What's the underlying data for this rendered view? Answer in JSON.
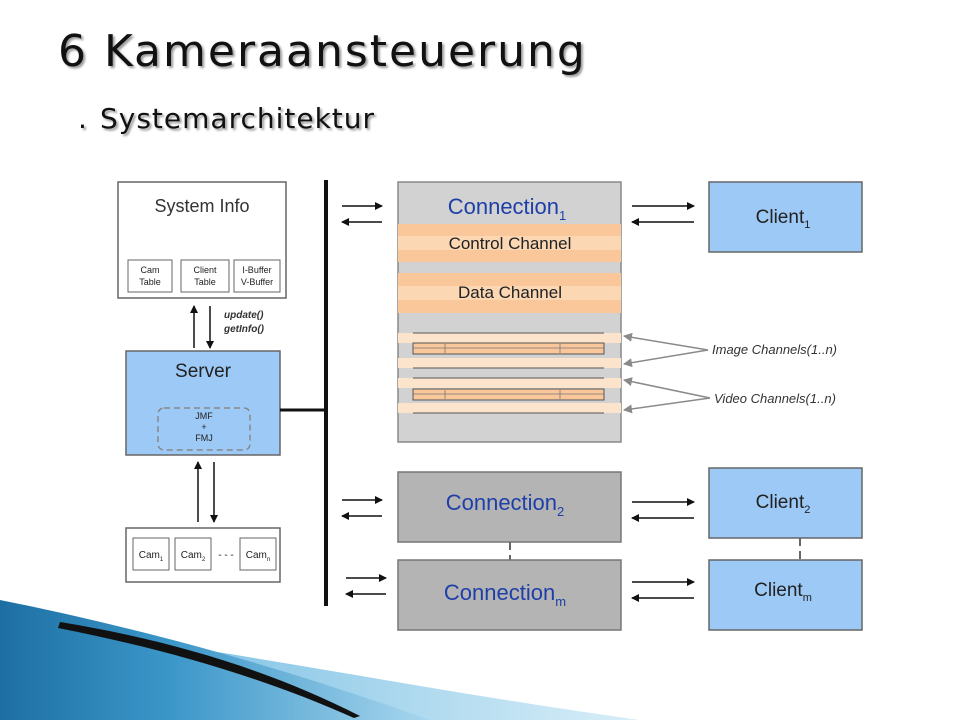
{
  "slide": {
    "title": "6 Kameraansteuerung",
    "subtitle_bullet": ".",
    "subtitle": "Systemarchitektur"
  },
  "diagram": {
    "system_info": {
      "title": "System Info",
      "cam_table": [
        "Cam",
        "Table"
      ],
      "client_table": [
        "Client",
        "Table"
      ],
      "buffer": [
        "I-Buffer",
        "V-Buffer"
      ]
    },
    "methods": [
      "update()",
      "getInfo()"
    ],
    "server": {
      "title": "Server",
      "frameworks": [
        "JMF",
        "+",
        "FMJ"
      ]
    },
    "cameras": {
      "base": "Cam",
      "sub1": "1",
      "sub2": "2",
      "subn": "n",
      "ellipsis": "- - -"
    },
    "connection_base": "Connection",
    "client_base": "Client",
    "connection1_sub": "1",
    "connection2_sub": "2",
    "connectionm_sub": "m",
    "client1_sub": "1",
    "client2_sub": "2",
    "clientm_sub": "m",
    "control_channel": "Control Channel",
    "data_channel": "Data Channel",
    "image_channels": "Image Channels(1..n)",
    "video_channels": "Video Channels(1..n)"
  },
  "colors": {
    "blue_box": "#9cc9f5",
    "connection1_bg": "#d2d2d2",
    "connection_bg": "#b4b4b4",
    "channel_orange": "#f9c79a",
    "label_blue": "#1f3fa8"
  }
}
